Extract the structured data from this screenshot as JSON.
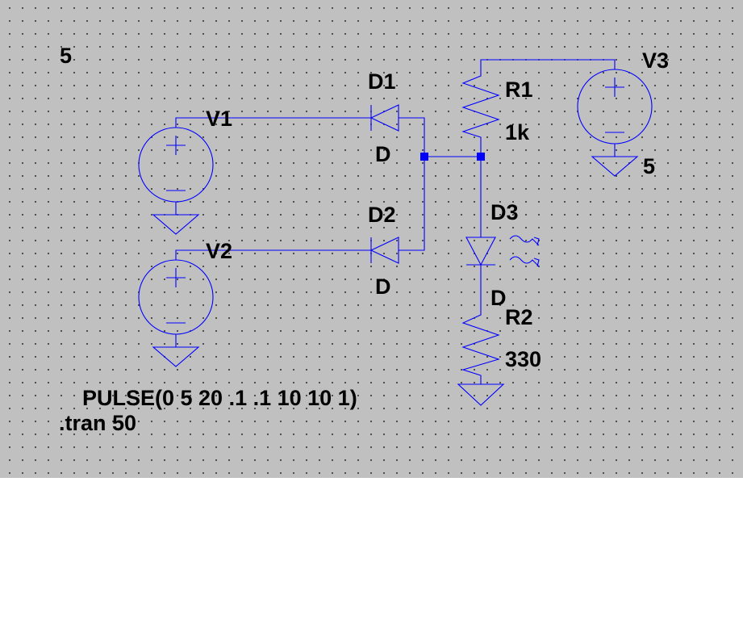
{
  "colors": {
    "background": "#c0c0c0",
    "wire": "#0000ff",
    "text": "#000000",
    "grid_dot": "#1a1a1a"
  },
  "labels": {
    "v1_value": "5",
    "v1_name": "V1",
    "v2_name": "V2",
    "v3_name": "V3",
    "v3_value": "5",
    "d1_name": "D1",
    "d1_model": "D",
    "d2_name": "D2",
    "d2_model": "D",
    "d3_name": "D3",
    "d3_model": "D",
    "r1_name": "R1",
    "r1_value": "1k",
    "r2_name": "R2",
    "r2_value": "330",
    "v2_value": "PULSE(0 5 20 .1 .1 10 10 1)",
    "directive": ".tran 50"
  }
}
